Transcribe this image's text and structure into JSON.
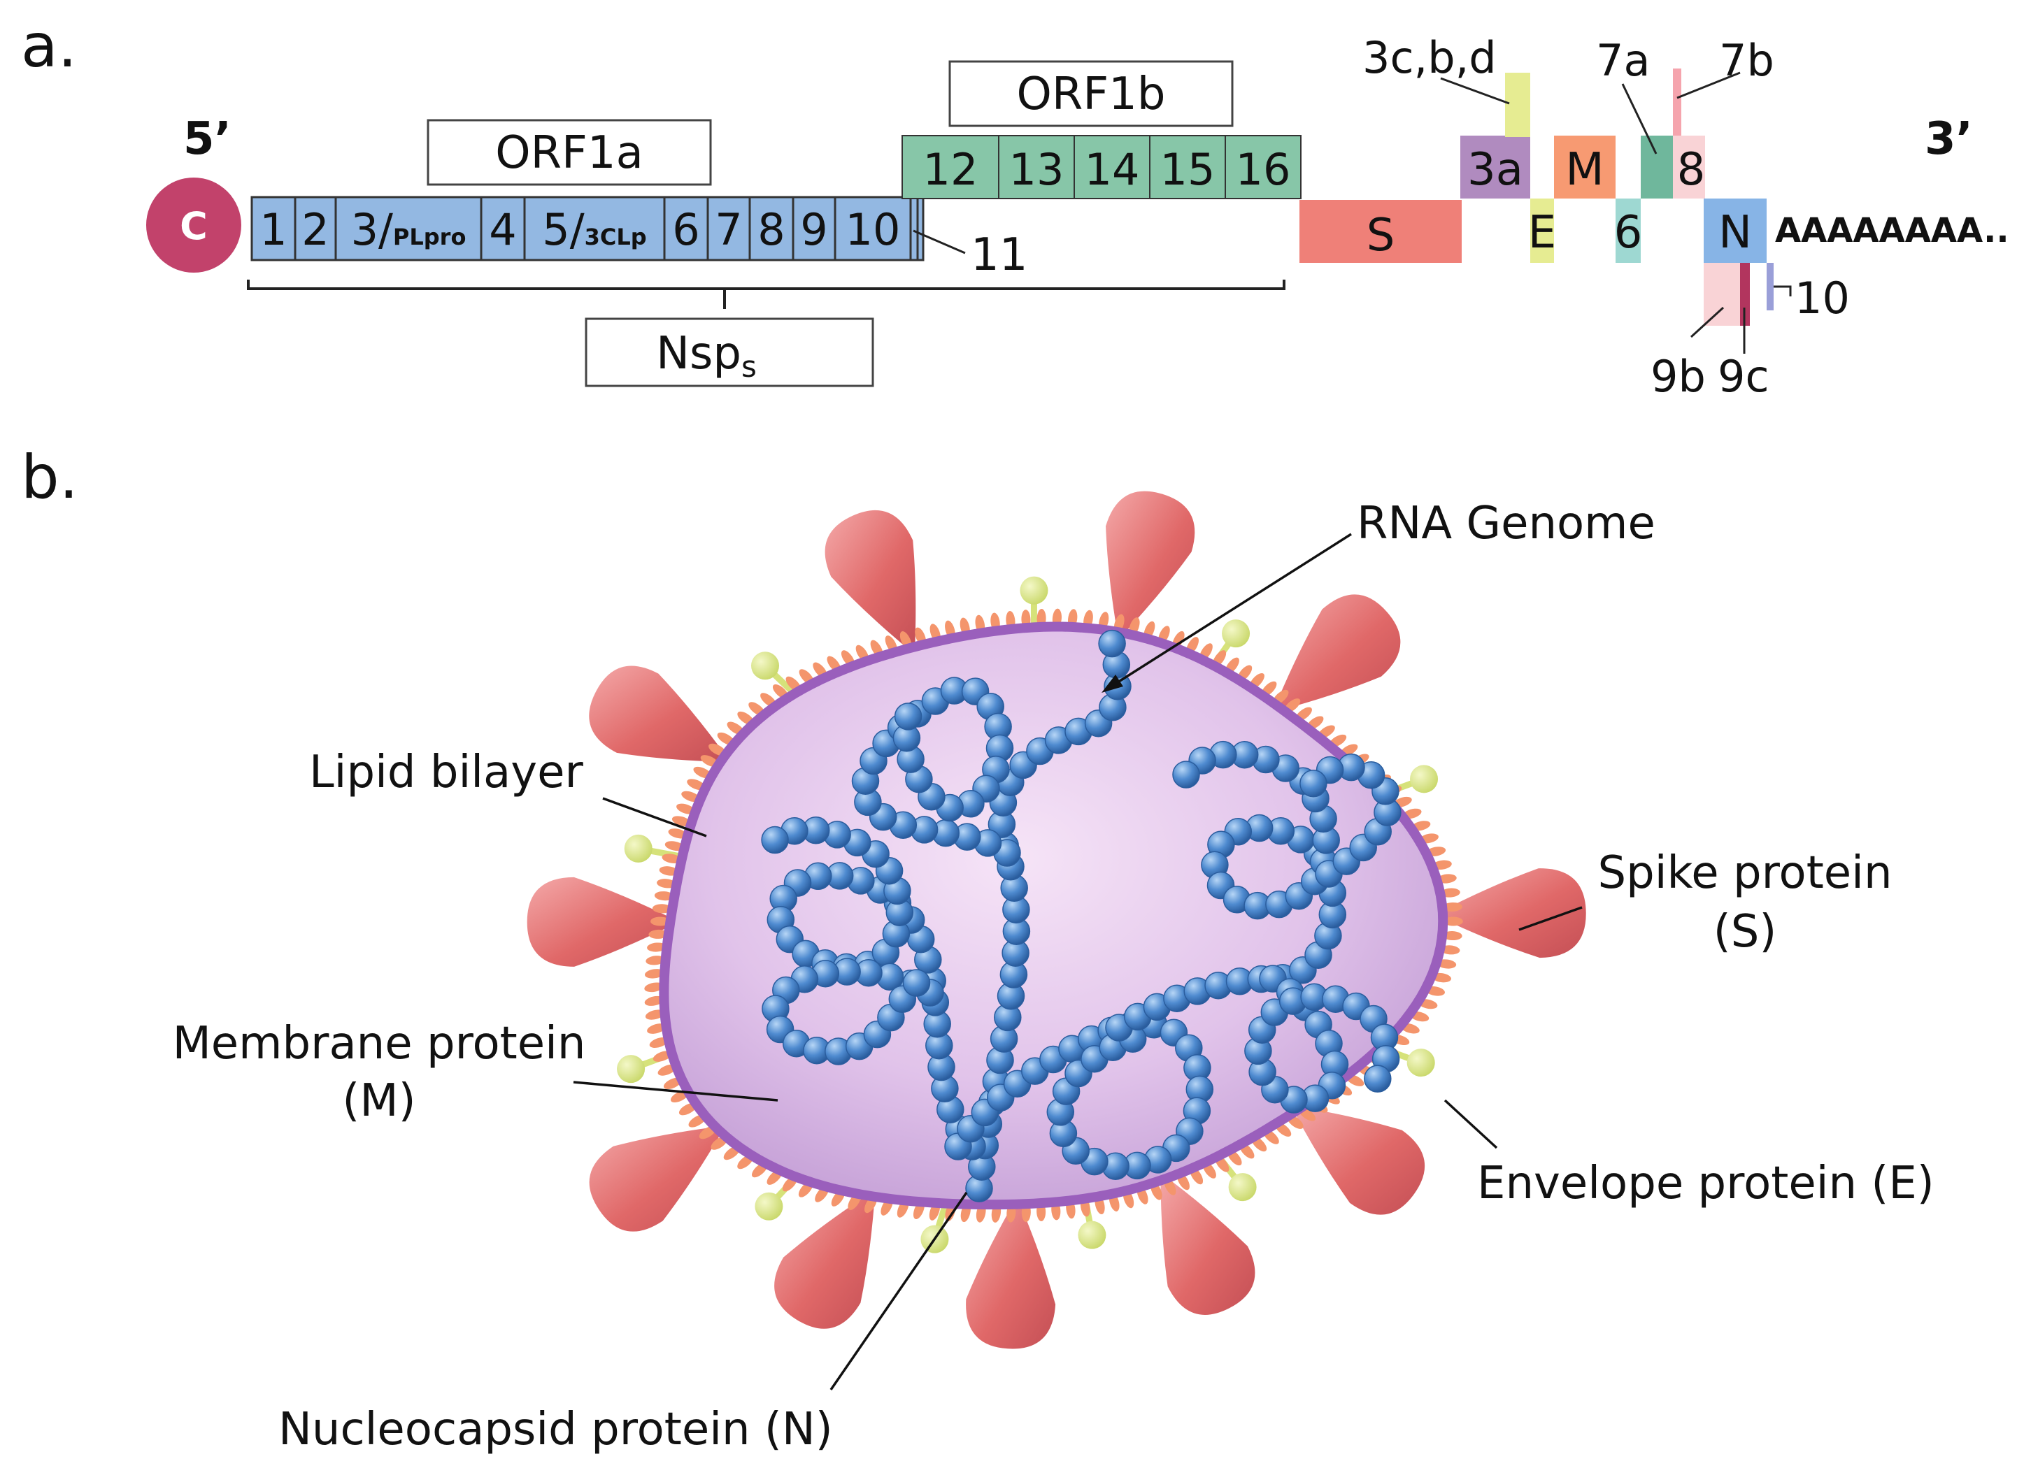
{
  "panel_a": {
    "label": "a.",
    "five_prime": "5’",
    "three_prime": "3’",
    "cap": "C",
    "poly_a": "AAAAAAAA..",
    "orf1a": "ORF1a",
    "orf1b": "ORF1b",
    "nsps_base": "Nsp",
    "nsps_sub": "s",
    "orf1a_segments": [
      {
        "num": "1",
        "sub": ""
      },
      {
        "num": "2",
        "sub": ""
      },
      {
        "num": "3/",
        "sub": "PLpro"
      },
      {
        "num": "4",
        "sub": ""
      },
      {
        "num": "5/",
        "sub": "3CLp"
      },
      {
        "num": "6",
        "sub": ""
      },
      {
        "num": "7",
        "sub": ""
      },
      {
        "num": "8",
        "sub": ""
      },
      {
        "num": "9",
        "sub": ""
      },
      {
        "num": "10",
        "sub": ""
      }
    ],
    "nsp11": "11",
    "orf1b_segments": [
      "12",
      "13",
      "14",
      "15",
      "16"
    ],
    "genes": {
      "S": "S",
      "3a": "3a",
      "3cbd": "3c,b,d",
      "E": "E",
      "M": "M",
      "6": "6",
      "7a": "7a",
      "7b": "7b",
      "8": "8",
      "N": "N",
      "9b": "9b",
      "9c": "9c",
      "10": "10"
    },
    "colors": {
      "cap": "#c2426b",
      "orf1a": "#93b8e2",
      "orf1b": "#87c6a8",
      "S": "#ef8078",
      "3a": "#b08bbf",
      "3cbd": "#e6ec92",
      "E": "#e6ec92",
      "M": "#f79a72",
      "6": "#9ed8d2",
      "7a": "#6fb79c",
      "7b": "#f5a4ad",
      "8": "#f9d3d6",
      "N": "#87b4e6",
      "9b": "#f9d3d6",
      "9c": "#b2355e",
      "10": "#9a9fd8"
    }
  },
  "panel_b": {
    "label": "b.",
    "rna_genome": "RNA Genome",
    "lipid_bilayer": "Lipid bilayer",
    "spike_line1": "Spike protein",
    "spike_line2": "(S)",
    "membrane_line1": "Membrane protein",
    "membrane_line2": "(M)",
    "envelope": "Envelope protein (E)",
    "nucleocapsid": "Nucleocapsid protein (N)",
    "colors": {
      "body_center": "#f4dcf4",
      "body_edge": "#c9a6d8",
      "membrane": "#9a5fbc",
      "m_protein": "#f4956c",
      "spike": "#e36f6f",
      "spike_light": "#f7c0c0",
      "e_protein": "#dde98a",
      "bead": "#4b86cc",
      "bead_light": "#9cc4ef",
      "bead_dark": "#1f4f8f"
    }
  }
}
